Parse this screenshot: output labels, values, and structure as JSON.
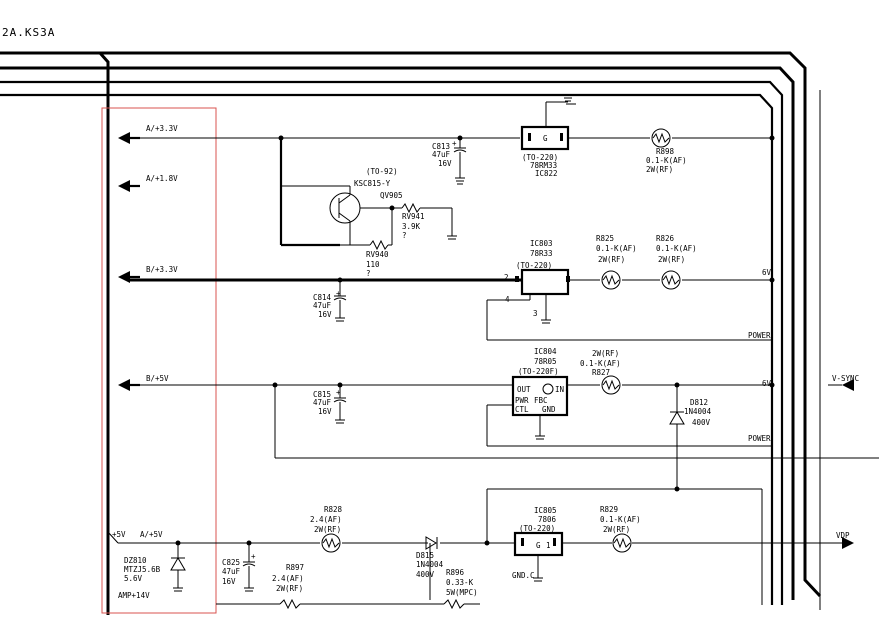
{
  "header": {
    "model": "2A.KS3A"
  },
  "connector_labels": {
    "a_3v3": "A/+3.3V",
    "a_1v8": "A/+1.8V",
    "b_3v3": "B/+3.3V",
    "b_5v": "B/+5V",
    "plus5v": "+5V",
    "a_5v": "A/+5V",
    "amp14v": "AMP+14V"
  },
  "components": {
    "c813": {
      "ref": "C813",
      "value": "47uF",
      "voltage": "16V",
      "polarity": "+"
    },
    "ic822": {
      "package": "(TO-220)",
      "part": "78RM33",
      "ref": "IC822",
      "pin_g": "G"
    },
    "r898": {
      "ref": "R898",
      "value": "0.1-K(AF)",
      "power": "2W(RF)"
    },
    "qv905": {
      "package": "(TO-92)",
      "part": "KSC815-Y",
      "ref": "QV905"
    },
    "rv941": {
      "ref": "RV941",
      "value": "3.9K",
      "note": "?"
    },
    "rv940": {
      "ref": "RV940",
      "value": "110",
      "note": "?"
    },
    "ic803": {
      "ref": "IC803",
      "part": "78R33",
      "package": "(TO-220)",
      "pin2": "2",
      "pin4": "4",
      "pin3": "3"
    },
    "r825": {
      "ref": "R825",
      "value": "0.1-K(AF)",
      "power": "2W(RF)"
    },
    "r826": {
      "ref": "R826",
      "value": "0.1-K(AF)",
      "power": "2W(RF)"
    },
    "c814": {
      "ref": "C814",
      "value": "47uF",
      "voltage": "16V",
      "polarity": "+"
    },
    "ic804": {
      "ref": "IC804",
      "part": "78R05",
      "package": "(TO-220F)",
      "pin_out": "OUT",
      "pin_in": "IN",
      "pin_pwr": "PWR",
      "pin_ctl": "CTL",
      "pin_gnd": "GND",
      "pin_fbc": "FBC"
    },
    "r827": {
      "power": "2W(RF)",
      "value": "0.1-K(AF)",
      "ref": "R827"
    },
    "c815": {
      "ref": "C815",
      "value": "47uF",
      "voltage": "16V",
      "polarity": "+"
    },
    "d812": {
      "ref": "D812",
      "part": "1N4004",
      "voltage": "400V"
    },
    "r828": {
      "ref": "R828",
      "value": "2.4(AF)",
      "power": "2W(RF)"
    },
    "ic805": {
      "ref": "IC805",
      "part": "7806",
      "package": "(TO-220)",
      "pin_g": "G",
      "pin1": "1"
    },
    "r829": {
      "ref": "R829",
      "value": "0.1-K(AF)",
      "power": "2W(RF)"
    },
    "dz810": {
      "ref": "DZ810",
      "part": "MTZJ5.6B",
      "voltage": "5.6V"
    },
    "c825": {
      "ref": "C825",
      "value": "47uF",
      "voltage": "16V",
      "polarity": "+"
    },
    "r897": {
      "ref": "R897",
      "value": "2.4(AF)",
      "power": "2W(RF)"
    },
    "d815": {
      "ref": "D815",
      "part": "1N4004",
      "voltage": "400V"
    },
    "r896": {
      "ref": "R896",
      "value": "0.33-K",
      "power": "5W(MPC)"
    },
    "gnd_c": {
      "label": "GND.C"
    }
  },
  "right_labels": {
    "six_v_1": "6V",
    "power_1": "POWER",
    "six_v_2": "6V",
    "power_2": "POWER",
    "vsync": "V-SYNC",
    "vdp": "VDP"
  },
  "highlight": {
    "color": "#d9534f"
  }
}
